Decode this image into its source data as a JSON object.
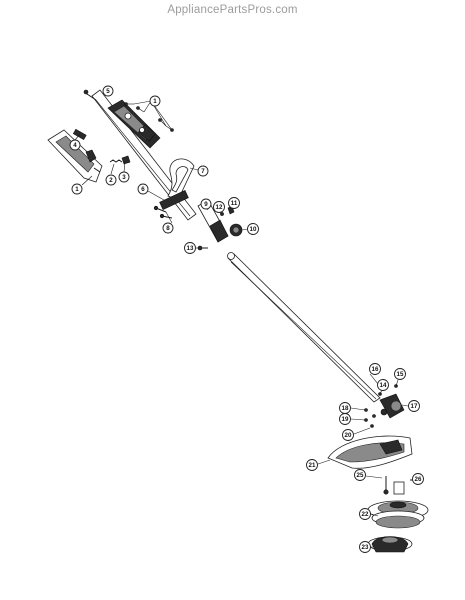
{
  "watermark": "AppliancePartsPros.com",
  "callouts": [
    {
      "key": "1a",
      "label": "1"
    },
    {
      "key": "1b",
      "label": "1"
    },
    {
      "key": "2",
      "label": "2"
    },
    {
      "key": "3",
      "label": "3"
    },
    {
      "key": "4",
      "label": "4"
    },
    {
      "key": "5",
      "label": "5"
    },
    {
      "key": "6",
      "label": "6"
    },
    {
      "key": "7",
      "label": "7"
    },
    {
      "key": "8",
      "label": "8"
    },
    {
      "key": "9",
      "label": "9"
    },
    {
      "key": "10",
      "label": "10"
    },
    {
      "key": "11",
      "label": "11"
    },
    {
      "key": "12",
      "label": "12"
    },
    {
      "key": "13",
      "label": "13"
    },
    {
      "key": "14",
      "label": "14"
    },
    {
      "key": "15",
      "label": "15"
    },
    {
      "key": "16",
      "label": "16"
    },
    {
      "key": "17",
      "label": "17"
    },
    {
      "key": "18",
      "label": "18"
    },
    {
      "key": "19",
      "label": "19"
    },
    {
      "key": "20",
      "label": "20"
    },
    {
      "key": "21",
      "label": "21"
    },
    {
      "key": "22",
      "label": "22"
    },
    {
      "key": "23",
      "label": "23"
    },
    {
      "key": "25",
      "label": "25"
    },
    {
      "key": "26",
      "label": "26"
    }
  ]
}
